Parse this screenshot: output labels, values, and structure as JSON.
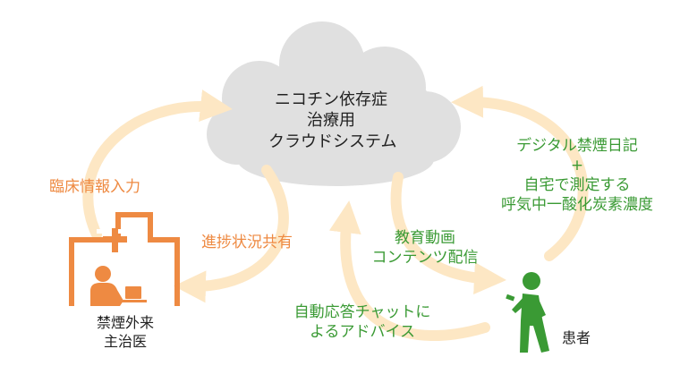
{
  "colors": {
    "cloud": "#e0e0e0",
    "arrow": "#fde7c4",
    "orange": "#ee8a42",
    "green": "#3a9a34",
    "text": "#222222"
  },
  "cloud": {
    "line1": "ニコチン依存症",
    "line2": "治療用",
    "line3": "クラウドシステム"
  },
  "labels": {
    "clinical_input": "臨床情報入力",
    "progress_share": "進捗状況共有",
    "education_line1": "教育動画",
    "education_line2": "コンテンツ配信",
    "chat_line1": "自動応答チャットに",
    "chat_line2": "よるアドバイス",
    "diary_line1": "デジタル禁煙日記",
    "diary_line2": "+",
    "diary_line3": "自宅で測定する",
    "diary_line4": "呼気中一酸化炭素濃度"
  },
  "actors": {
    "hospital_line1": "禁煙外来",
    "hospital_line2": "主治医",
    "hospital_icon": "hospital-doctor-icon",
    "patient": "患者",
    "patient_icon": "walking-person-phone-icon"
  }
}
